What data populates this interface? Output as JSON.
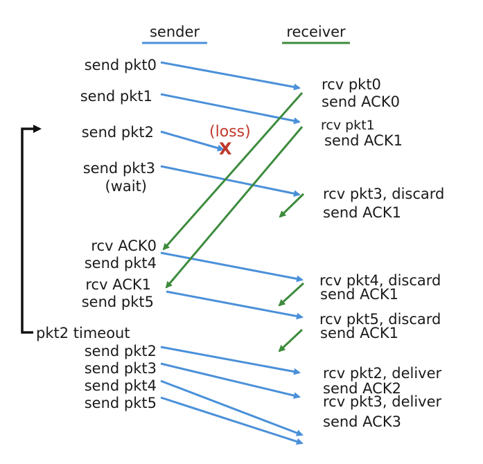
{
  "colors": {
    "sender": "#4a90d9",
    "receiver": "#3d8b3d",
    "loss": "#c0392b",
    "text": "#1a1a1a",
    "timeout": "#111111"
  },
  "headers": {
    "sender": "sender",
    "receiver": "receiver"
  },
  "sender_events": [
    "send pkt0",
    "send pkt1",
    "send pkt2",
    "send pkt3",
    "(wait)",
    "rcv ACK0",
    "send pkt4",
    "rcv ACK1",
    "send pkt5",
    "pkt2 timeout",
    "send pkt2",
    "send pkt3",
    "send pkt4",
    "send pkt5"
  ],
  "receiver_events": [
    "rcv pkt0",
    "send ACK0",
    "rcv pkt1",
    "send ACK1",
    "rcv pkt3, discard",
    "send ACK1",
    "rcv pkt4, discard",
    "send ACK1",
    "rcv pkt5, discard",
    "send ACK1",
    "rcv pkt2, deliver",
    "send ACK2",
    "rcv pkt3, deliver",
    "send ACK3"
  ],
  "loss": {
    "label": "(loss)",
    "mark": "X"
  }
}
